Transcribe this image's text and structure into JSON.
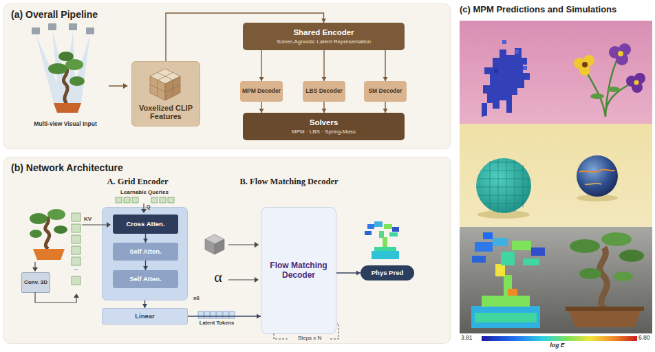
{
  "diagram": {
    "nodes": [
      {
        "text": [
          "(a) Overall Pipeline"
        ]
      },
      {
        "text": [
          "Voxelized CLIP Features"
        ],
        "in": 0
      },
      {
        "text": [
          "Shared Encoder",
          "Solver-Agnostic Latent Representation"
        ],
        "in": 0
      },
      {
        "text": [
          "MPM Decoder"
        ],
        "in": 0
      },
      {
        "text": [
          "LBS Decoder"
        ],
        "in": 0
      },
      {
        "text": [
          "SM Decoder"
        ],
        "in": 0
      },
      {
        "text": [
          "Solvers",
          "MPM · LBS · Spring-Mass"
        ],
        "in": 0
      },
      {
        "text": [
          "(b) Network Architecture"
        ]
      },
      {
        "text": [
          "Conv. 3D"
        ],
        "in": 7
      },
      {
        "text": [
          "x6"
        ],
        "in": 7
      },
      {
        "text": [
          "Cross Atten."
        ],
        "in": 9
      },
      {
        "text": [
          "Self Atten."
        ],
        "in": 9
      },
      {
        "text": [
          "Self Atten."
        ],
        "in": 9
      },
      {
        "text": [
          "Linear"
        ],
        "in": 7
      },
      {
        "text": [
          "Flow Matching Decoder"
        ],
        "in": 7
      },
      {
        "text": [
          "Phys Pred"
        ],
        "in": 7
      }
    ],
    "edges": [
      {
        "from": 1,
        "to": 2,
        "arrow": "to"
      },
      {
        "from": 2,
        "to": 3,
        "arrow": "to"
      },
      {
        "from": 2,
        "to": 4,
        "arrow": "to"
      },
      {
        "from": 2,
        "to": 5,
        "arrow": "to"
      },
      {
        "from": 3,
        "to": 6,
        "arrow": "to"
      },
      {
        "from": 4,
        "to": 6,
        "arrow": "to"
      },
      {
        "from": 5,
        "to": 6,
        "arrow": "to"
      },
      {
        "from": 10,
        "to": 11,
        "arrow": "to"
      },
      {
        "from": 11,
        "to": 12,
        "arrow": "to"
      },
      {
        "from": 9,
        "to": 13,
        "arrow": "to"
      },
      {
        "from": 13,
        "to": 14,
        "arrow": "to"
      },
      {
        "from": 14,
        "to": 15,
        "arrow": "to"
      }
    ],
    "labels": [
      "Multi-view Visual Input",
      "A. Grid Encoder",
      "B. Flow Matching Decoder",
      "Learnable Queries",
      "Q",
      "KV",
      "...",
      "Latent Tokens",
      "α",
      "Steps x N",
      "(c) MPM Predictions and Simulations",
      "3.81",
      "6.80",
      "log E"
    ]
  }
}
